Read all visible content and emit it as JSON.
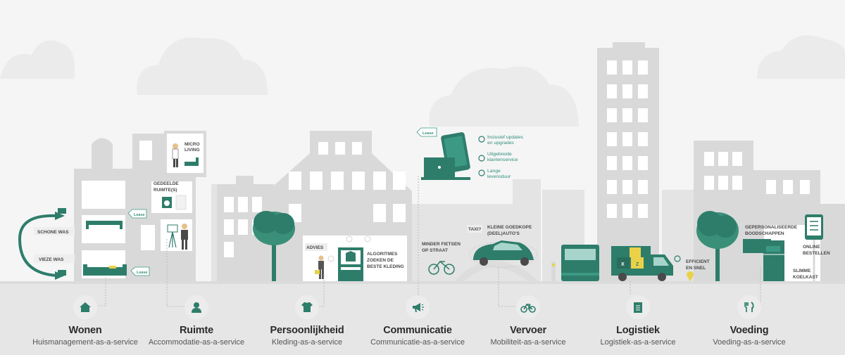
{
  "services": [
    {
      "title": "Wonen",
      "subtitle": "Huismanagement-as-a-service",
      "icon": "house-icon"
    },
    {
      "title": "Ruimte",
      "subtitle": "Accommodatie-as-a-service",
      "icon": "person-icon"
    },
    {
      "title": "Persoonlijkheid",
      "subtitle": "Kleding-as-a-service",
      "icon": "tshirt-icon"
    },
    {
      "title": "Communicatie",
      "subtitle": "Communicatie-as-a-service",
      "icon": "megaphone-icon"
    },
    {
      "title": "Vervoer",
      "subtitle": "Mobiliteit-as-a-service",
      "icon": "bicycle-icon"
    },
    {
      "title": "Logistiek",
      "subtitle": "Logistiek-as-a-service",
      "icon": "clipboard-icon"
    },
    {
      "title": "Voeding",
      "subtitle": "Voeding-as-a-service",
      "icon": "cutlery-icon"
    }
  ],
  "labels": {
    "schone_was": "SCHONE WAS",
    "vieze_was": "VIEZE WAS",
    "lease": "Lease",
    "micro_living_1": "MICRO",
    "micro_living_2": "LIVING",
    "gedeelde_1": "GEDEELDE",
    "gedeelde_2": "RUIMTE(S)",
    "advies": "ADVIES",
    "algoritmes_1": "ALGORITMES",
    "algoritmes_2": "ZOEKEN DE",
    "algoritmes_3": "BESTE KLEDING",
    "comm_note_1a": "Inclusief updates",
    "comm_note_1b": "en upgrades",
    "comm_note_2a": "Uitgebreide",
    "comm_note_2b": "klantenservice",
    "comm_note_3a": "Lange",
    "comm_note_3b": "levensduur",
    "minder_1": "MINDER FIETSEN",
    "minder_2": "OP STRAAT",
    "taxi": "TAXI?",
    "goedkope_1": "KLEINE GOEDKOPE",
    "goedkope_2": "(DEEL)AUTO'S",
    "efficient_1": "EFFICIENT",
    "efficient_2": "EN SNEL",
    "gepers_1": "GEPERSONALISEERDE",
    "gepers_2": "BOODSCHAPPEN",
    "online_1": "ONLINE",
    "online_2": "BESTELLEN",
    "slimme_1": "SLIMME",
    "slimme_2": "KOELKAST",
    "box_x": "X",
    "box_z": "Z"
  },
  "colors": {
    "accent": "#2e7d6b",
    "accent_light": "#3c9a84",
    "building": "#d9d9d9",
    "building_dark": "#cfcfcf",
    "sky": "#f4f4f4",
    "cloud": "#ebebeb",
    "ground": "#e6e6e6"
  }
}
